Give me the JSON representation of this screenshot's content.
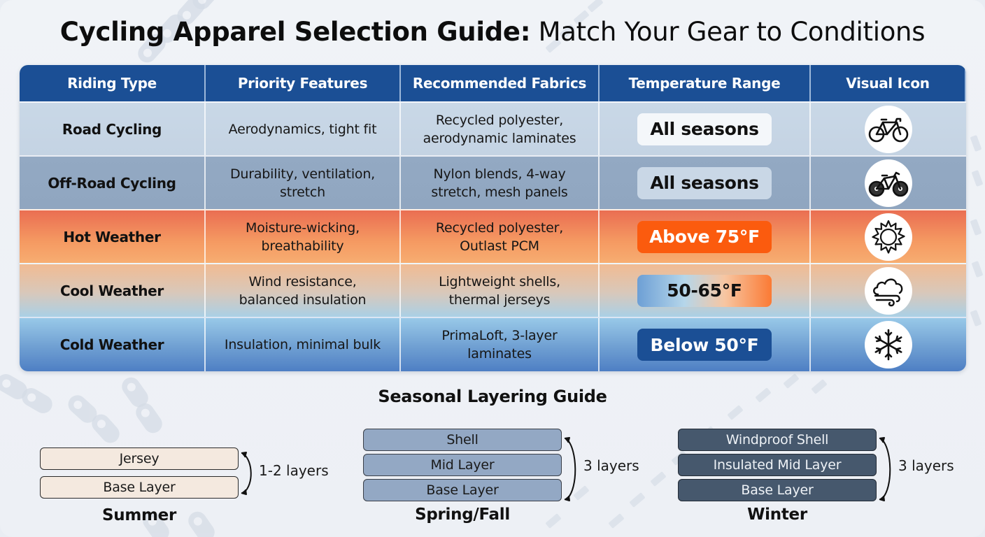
{
  "title": {
    "bold": "Cycling Apparel Selection Guide:",
    "light": " Match Your Gear to Conditions"
  },
  "table": {
    "headers": [
      "Riding Type",
      "Priority Features",
      "Recommended Fabrics",
      "Temperature Range",
      "Visual Icon"
    ],
    "rows": [
      {
        "type": "Road Cycling",
        "features": "Aerodynamics, tight fit",
        "fabrics": "Recycled polyester, aerodynamic laminates",
        "temp": "All seasons",
        "icon": "road-bike-icon"
      },
      {
        "type": "Off-Road Cycling",
        "features": "Durability, ventilation, stretch",
        "fabrics": "Nylon blends, 4-way stretch, mesh panels",
        "temp": "All seasons",
        "icon": "mountain-bike-icon"
      },
      {
        "type": "Hot Weather",
        "features": "Moisture-wicking, breathability",
        "fabrics": "Recycled polyester, Outlast PCM",
        "temp": "Above 75°F",
        "icon": "sun-icon"
      },
      {
        "type": "Cool Weather",
        "features": "Wind resistance, balanced insulation",
        "fabrics": "Lightweight shells, thermal jerseys",
        "temp": "50-65°F",
        "icon": "cloud-wind-icon"
      },
      {
        "type": "Cold Weather",
        "features": "Insulation, minimal bulk",
        "fabrics": "PrimaLoft, 3-layer laminates",
        "temp": "Below 50°F",
        "icon": "snowflake-icon"
      }
    ]
  },
  "layering": {
    "title": "Seasonal Layering Guide",
    "seasons": [
      {
        "name": "Summer",
        "layers": [
          "Jersey",
          "Base Layer"
        ],
        "count": "1-2 layers"
      },
      {
        "name": "Spring/Fall",
        "layers": [
          "Shell",
          "Mid Layer",
          "Base Layer"
        ],
        "count": "3 layers"
      },
      {
        "name": "Winter",
        "layers": [
          "Windproof Shell",
          "Insulated Mid Layer",
          "Base Layer"
        ],
        "count": "3 layers"
      }
    ]
  },
  "colors": {
    "header_blue": "#1b4f95",
    "hot_orange": "#fb5b0e",
    "cold_blue": "#1b4f95",
    "winter_layer": "#46586d",
    "spring_layer": "#93a8c4",
    "summer_layer": "#f4e9df"
  }
}
